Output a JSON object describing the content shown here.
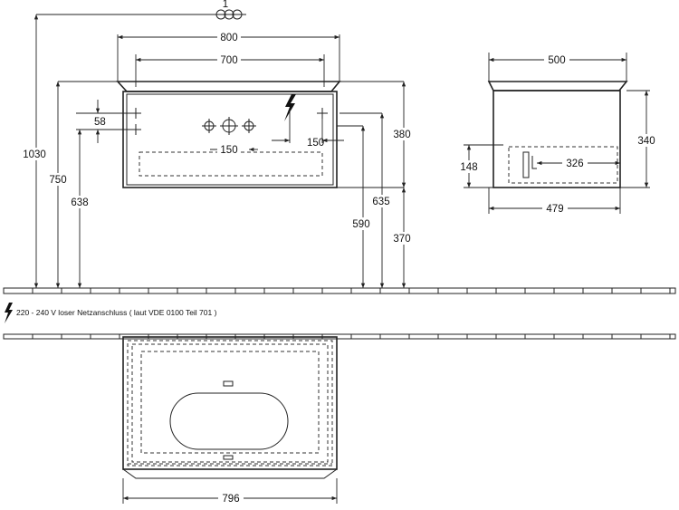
{
  "front_view": {
    "top_label": "1",
    "dims": {
      "width_800": "800",
      "width_700": "700",
      "h_1030": "1030",
      "h_750": "750",
      "h_638": "638",
      "v_58": "58",
      "h_150_center": "150",
      "h_150_right": "150",
      "h_380": "380",
      "h_635": "635",
      "h_590": "590",
      "h_370": "370"
    }
  },
  "side_view": {
    "dims": {
      "depth_500": "500",
      "h_340": "340",
      "h_148": "148",
      "d_326": "326",
      "d_479": "479"
    }
  },
  "note": {
    "text": "220 - 240 V loser Netzanschluss ( laut VDE 0100 Teil 701 )"
  },
  "plan_view": {
    "dims": {
      "width_796": "796"
    }
  }
}
